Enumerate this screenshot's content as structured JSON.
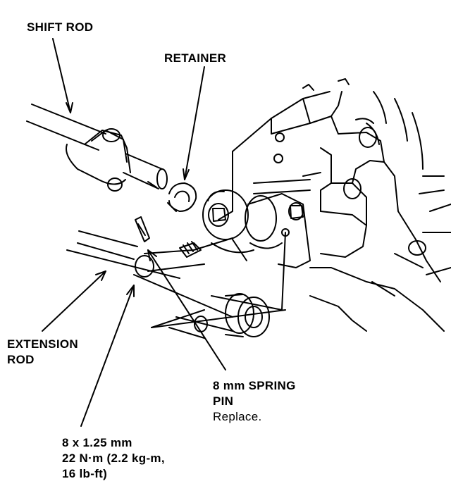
{
  "labels": {
    "shift_rod": "SHIFT ROD",
    "retainer": "RETAINER",
    "extension_rod": "EXTENSION\nROD",
    "spring_pin_title": "8 mm SPRING\nPIN",
    "spring_pin_note": "Replace.",
    "bolt_spec": "8 x 1.25 mm\n22 N·m (2.2 kg-m,\n16 lb-ft)"
  },
  "colors": {
    "ink": "#000000",
    "paper": "#ffffff"
  }
}
